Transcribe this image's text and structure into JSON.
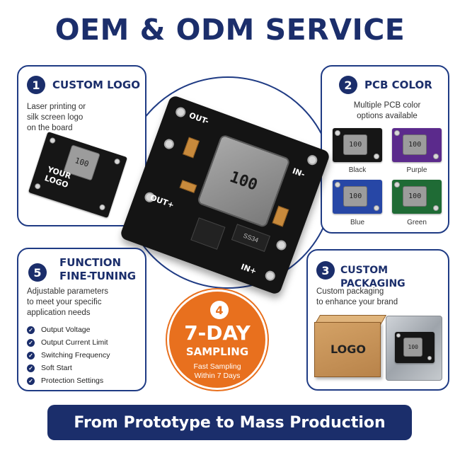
{
  "title": "OEM & ODM SERVICE",
  "main_board": {
    "inductor_label": "100",
    "label_out_plus": "OUT+",
    "label_out_minus": "OUT-",
    "label_in_plus": "IN+",
    "label_in_minus": "IN-",
    "chip_label": "SS34"
  },
  "card1": {
    "number": "1",
    "title": "CUSTOM LOGO",
    "text_lines": [
      "Laser printing or",
      "silk screen logo",
      "on the board"
    ],
    "board_inductor": "100",
    "board_logo_lines": [
      "YOUR",
      "LOGO"
    ]
  },
  "card2": {
    "number": "2",
    "title": "PCB COLOR",
    "text_lines": [
      "Multiple PCB color",
      "options available"
    ],
    "swatches": [
      {
        "label": "Black",
        "color": "#161616",
        "inductor": "100"
      },
      {
        "label": "Purple",
        "color": "#5b2a8c",
        "inductor": "100"
      },
      {
        "label": "Blue",
        "color": "#2747a6",
        "inductor": "100"
      },
      {
        "label": "Green",
        "color": "#1f6b35",
        "inductor": "100"
      }
    ]
  },
  "card5": {
    "number": "5",
    "title_lines": [
      "FUNCTION",
      "FINE-TUNING"
    ],
    "text_lines": [
      "Adjustable parameters",
      "to meet your specific",
      "application needs"
    ],
    "checklist": [
      "Output Voltage",
      "Output Current Limit",
      "Switching Frequency",
      "Soft Start",
      "Protection Settings"
    ]
  },
  "card3": {
    "number": "3",
    "title": "CUSTOM PACKAGING",
    "text_lines": [
      "Custom packaging",
      "to enhance your brand"
    ],
    "box_label": "LOGO",
    "bag_board_inductor": "100"
  },
  "sampling": {
    "number": "4",
    "headline": "7-DAY",
    "sub": "SAMPLING",
    "text_lines": [
      "Fast Sampling",
      "Within 7 Days"
    ]
  },
  "footer": "From Prototype to Mass Production",
  "colors": {
    "navy": "#1b2e6b",
    "orange": "#e8701e"
  }
}
